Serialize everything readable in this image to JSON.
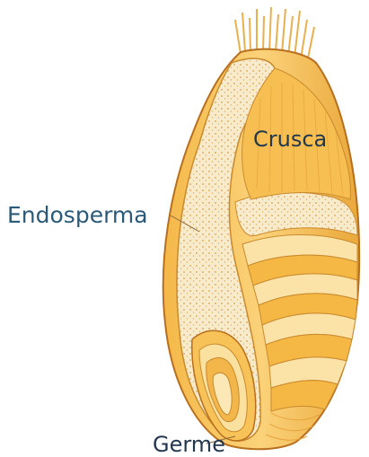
{
  "labels": {
    "crusca": "Crusca",
    "endosperma": "Endosperma",
    "germe": "Germe"
  },
  "colors": {
    "bran_outer": "#e9a637",
    "bran_fill": "#f6c45a",
    "bran_light": "#fbe3a8",
    "endosperm": "#f8e9c8",
    "endosperm_dots": "#d9a24c",
    "outline": "#b86f1e",
    "label_text": "#2b5a78"
  }
}
